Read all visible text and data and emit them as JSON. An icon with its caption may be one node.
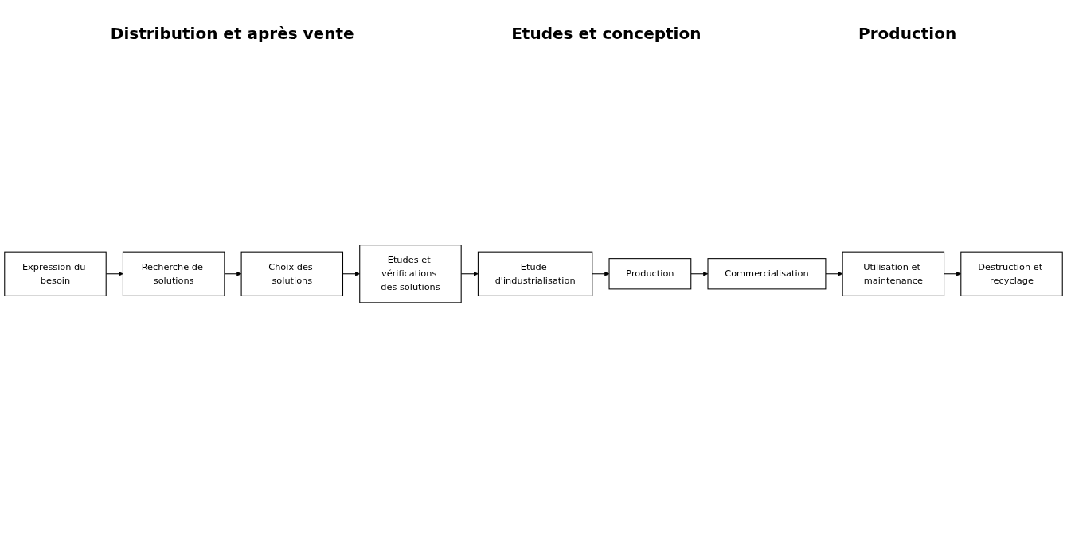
{
  "diagram": {
    "nodes": [
      {
        "text": [
          "Expression du besoin"
        ]
      },
      {
        "text": [
          "Recherche de solutions"
        ]
      },
      {
        "text": [
          "Choix des solutions"
        ]
      },
      {
        "text": [
          "Etudes et vérifications des solutions"
        ]
      },
      {
        "text": [
          "Etude d'industrialisation"
        ]
      },
      {
        "text": [
          "Production"
        ]
      },
      {
        "text": [
          "Commercialisation"
        ]
      },
      {
        "text": [
          "Utilisation et maintenance"
        ]
      },
      {
        "text": [
          "Destruction et recyclage"
        ]
      }
    ],
    "edges": [
      {
        "from": 0,
        "to": 1,
        "arrow": "to"
      },
      {
        "from": 1,
        "to": 2,
        "arrow": "to"
      },
      {
        "from": 2,
        "to": 3,
        "arrow": "to"
      },
      {
        "from": 3,
        "to": 4,
        "arrow": "to"
      },
      {
        "from": 4,
        "to": 5,
        "arrow": "to"
      },
      {
        "from": 5,
        "to": 6,
        "arrow": "to"
      },
      {
        "from": 6,
        "to": 7,
        "arrow": "to"
      },
      {
        "from": 7,
        "to": 8,
        "arrow": "to"
      }
    ],
    "labels": [
      "Distribution et après vente",
      "Etudes et conception",
      "Production"
    ]
  }
}
